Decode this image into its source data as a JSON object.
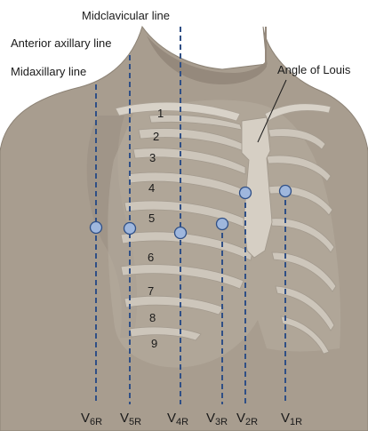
{
  "labels": {
    "midclavicular": "Midclavicular line",
    "anterior_axillary": "Anterior axillary line",
    "midaxillary": "Midaxillary line",
    "angle_of_louis": "Angle of Louis"
  },
  "ribs": [
    "1",
    "2",
    "3",
    "4",
    "5",
    "6",
    "7",
    "8",
    "9"
  ],
  "leads": [
    {
      "main": "V",
      "sub": "6R"
    },
    {
      "main": "V",
      "sub": "5R"
    },
    {
      "main": "V",
      "sub": "4R"
    },
    {
      "main": "V",
      "sub": "3R"
    },
    {
      "main": "V",
      "sub": "2R"
    },
    {
      "main": "V",
      "sub": "1R"
    }
  ],
  "colors": {
    "body_fill": "#a89d8f",
    "rib_fill": "#ccc5ba",
    "guide_line": "#2f4f86",
    "electrode": "#9fb7dd"
  }
}
